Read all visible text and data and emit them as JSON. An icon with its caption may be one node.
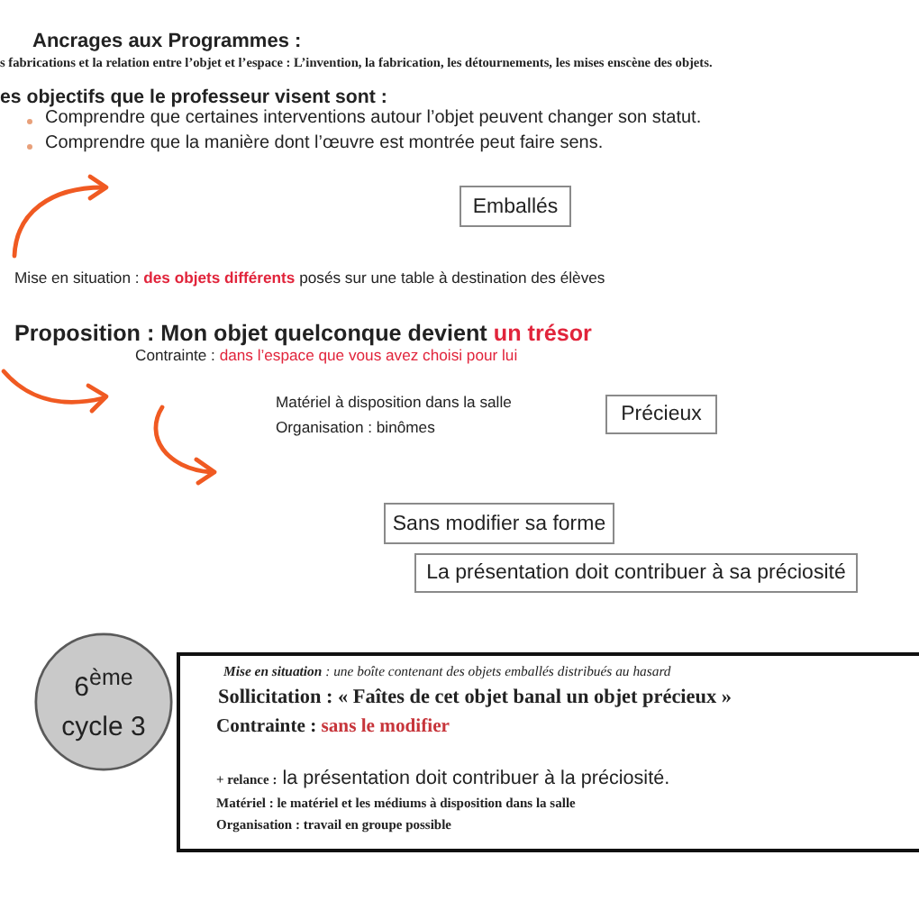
{
  "diagram": {
    "nodes": [
      {
        "text": [
          "Emballés"
        ]
      },
      {
        "text": [
          "Précieux"
        ]
      },
      {
        "text": [
          "Sans modifier sa forme"
        ]
      },
      {
        "text": [
          "La présentation doit contribuer à sa préciosité"
        ]
      },
      {
        "text": [
          "6$^{ème}$ cycle 3"
        ]
      },
      {
        "text": [
          "**Mise en situation** : une boîte contenant des objets emballés distribués au hasard",
          "Sollicitation : « Faîtes de cet objet banal un objet précieux »",
          "Contrainte : **sans le modifier**",
          "**+ relance :** la présentation doit contribuer à la préciosité.",
          "Matériel : le matériel et les médiums à disposition dans la salle",
          "Organisation : travail en groupe possible"
        ]
      }
    ],
    "labels": [
      "Ancrages aux Programmes :",
      "s fabrications et la relation entre l’objet et l’espace : L’invention, la fabrication, les détournements, les mises enscène des objets.",
      "es objectifs que le professeur visent sont :",
      "Comprendre que certaines interventions autour l’objet peuvent changer son statut.",
      "Comprendre que la manière dont l’œuvre est montrée peut faire sens.",
      "Mise en situation : **des objets différents** posés sur une table à destination des élèves",
      "Proposition : Mon objet quelconque devient **un trésor**",
      "Contrainte : **dans l’espace que vous avez choisi pour lui**",
      "Matériel à disposition dans la salle",
      "Organisation : binômes"
    ]
  }
}
